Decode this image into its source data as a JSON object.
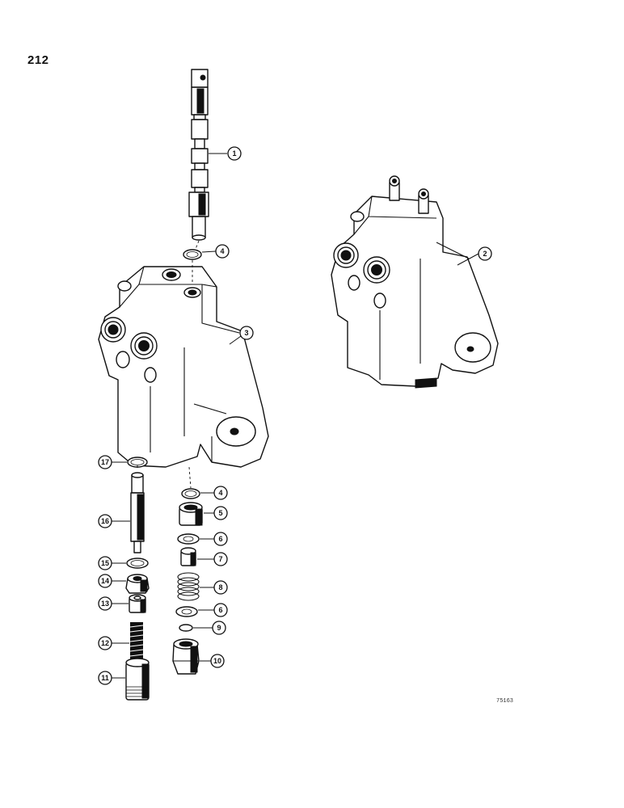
{
  "page_number": "212",
  "figure_code": "75163",
  "callouts": [
    "1",
    "2",
    "3",
    "4",
    "4",
    "5",
    "6",
    "6",
    "7",
    "8",
    "9",
    "10",
    "11",
    "12",
    "13",
    "14",
    "15",
    "16",
    "17"
  ]
}
